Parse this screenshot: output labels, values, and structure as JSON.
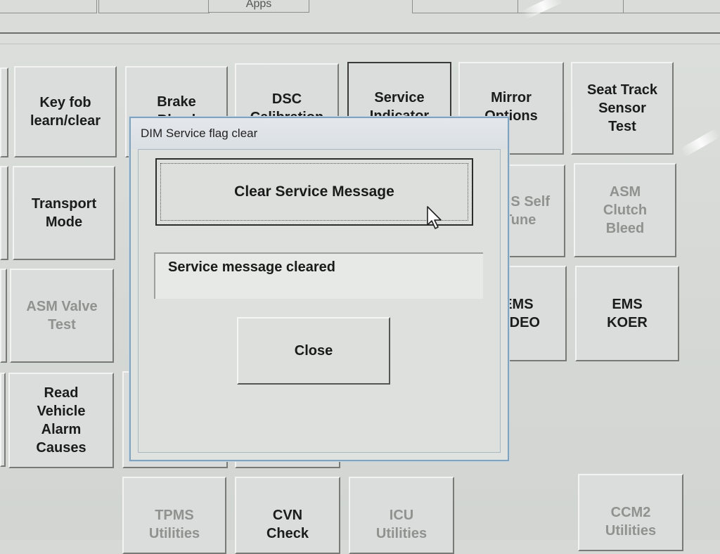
{
  "top_bar": {
    "partial_button_label": "Apps"
  },
  "tiles": [
    {
      "id": "key-fob",
      "label": "Key fob\nlearn/clear",
      "state": "normal"
    },
    {
      "id": "brake-bleed",
      "label": "Brake\nBleed",
      "state": "normal"
    },
    {
      "id": "dsc-calibration",
      "label": "DSC\nCalibration",
      "state": "normal"
    },
    {
      "id": "service-indicator",
      "label": "Service\nIndicator",
      "state": "active"
    },
    {
      "id": "mirror-options",
      "label": "Mirror\nOptions",
      "state": "normal"
    },
    {
      "id": "seat-track",
      "label": "Seat Track\nSensor\nTest",
      "state": "normal"
    },
    {
      "id": "transport-mode",
      "label": "Transport\nMode",
      "state": "normal"
    },
    {
      "id": "ems-self-tune",
      "label": "EMS Self\nTune",
      "state": "disabled"
    },
    {
      "id": "asm-clutch-bleed",
      "label": "ASM\nClutch\nBleed",
      "state": "disabled"
    },
    {
      "id": "asm-valve-test",
      "label": "ASM Valve\nTest",
      "state": "disabled"
    },
    {
      "id": "ems-video",
      "label": "EMS\nVIDEO",
      "state": "normal"
    },
    {
      "id": "ems-koer",
      "label": "EMS\nKOER",
      "state": "normal"
    },
    {
      "id": "read-alarm",
      "label": "Read\nVehicle\nAlarm\nCauses",
      "state": "normal"
    },
    {
      "id": "tpms-utilities",
      "label": "TPMS\nUtilities",
      "state": "disabled"
    },
    {
      "id": "cvn-check",
      "label": "CVN\nCheck",
      "state": "normal"
    },
    {
      "id": "icu-utilities",
      "label": "ICU\nUtilities",
      "state": "disabled"
    },
    {
      "id": "ccm2-utilities",
      "label": "CCM2\nUtilities",
      "state": "disabled"
    }
  ],
  "dialog": {
    "title": "DIM Service flag clear",
    "clear_button_label": "Clear Service Message",
    "status_message": "Service message cleared",
    "close_button_label": "Close"
  }
}
